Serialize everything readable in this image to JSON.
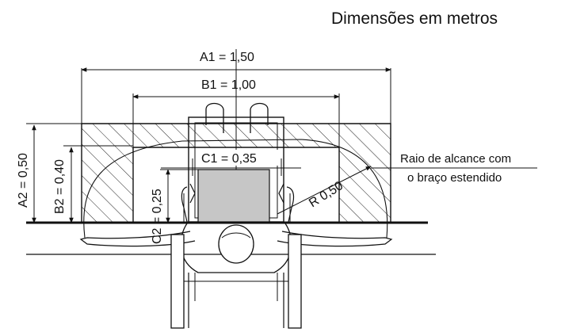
{
  "heading": "Dimensões em metros",
  "dimensions": {
    "a1": "A1 = 1,50",
    "b1": "B1 = 1,00",
    "c1": "C1 = 0,35",
    "a2": "A2 = 0,50",
    "b2": "B2 = 0,40",
    "c2": "C2 = 0,25",
    "radius": "R 0,50"
  },
  "annotation": {
    "line1": "Raio de alcance com",
    "line2": "o braço estendido"
  }
}
